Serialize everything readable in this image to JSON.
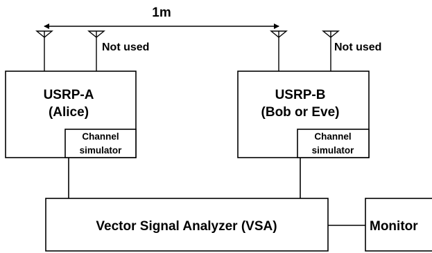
{
  "distance_label": "1m",
  "not_used_label": "Not used",
  "usrp_a": {
    "name": "USRP-A",
    "role": "(Alice)"
  },
  "usrp_b": {
    "name": "USRP-B",
    "role": "(Bob or Eve)"
  },
  "channel_sim": {
    "line1": "Channel",
    "line2": "simulator"
  },
  "vsa_label": "Vector Signal Analyzer (VSA)",
  "monitor_label": "Monitor"
}
